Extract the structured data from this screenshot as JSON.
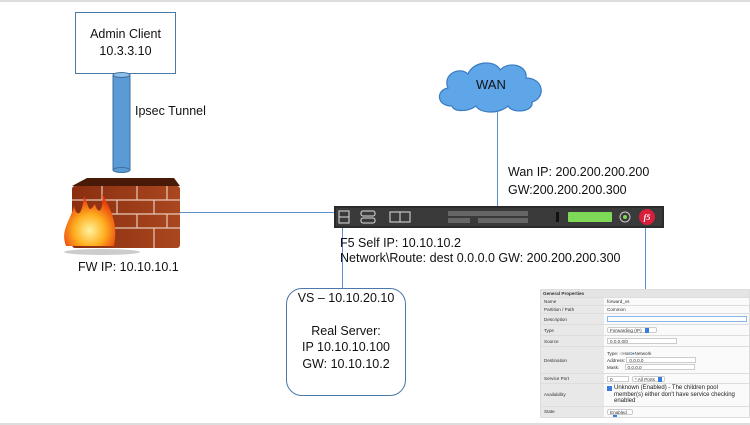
{
  "admin_client": {
    "name": "Admin Client",
    "ip": "10.3.3.10"
  },
  "tunnel": {
    "label": "Ipsec Tunnel"
  },
  "firewall": {
    "label": "FW IP: 10.10.10.1"
  },
  "wan": {
    "label": "WAN",
    "ip": "Wan IP: 200.200.200.200",
    "gw": "GW:200.200.200.300"
  },
  "f5": {
    "self_ip": "F5 Self IP: 10.10.10.2",
    "route": "Network\\Route: dest 0.0.0.0 GW: 200.200.200.300"
  },
  "vs_box": {
    "vs": "VS – 10.10.20.10",
    "real_server": "Real Server:",
    "ip": "IP 10.10.10.100",
    "gw": "GW: 10.10.10.2"
  },
  "panel": {
    "title": "General Properties",
    "name_label": "Name",
    "name_value": "forward_vs",
    "partition_label": "Partition / Path",
    "partition_value": "Common",
    "description_label": "Description",
    "description_value": "",
    "type_label": "Type",
    "type_value": "Forwarding (IP)",
    "source_label": "Source",
    "source_value": "0.0.0.0/0",
    "destination_label": "Destination",
    "dest_type_label": "Type:",
    "dest_host": "Host",
    "dest_network": "Network",
    "address_label": "Address:",
    "address_value": "0.0.0.0",
    "mask_label": "Mask:",
    "mask_value": "0.0.0.0",
    "service_port_label": "Service Port",
    "service_port_value": "0",
    "service_port_select": "* All Ports",
    "availability_label": "Availability",
    "availability_value": "Unknown (Enabled) - The children pool member(s) either don't have service checking enabled",
    "state_label": "State",
    "state_value": "Enabled"
  },
  "colors": {
    "line": "#5b8fd0",
    "cloud": "#5ea6e8",
    "tunnel": "#5b9bd5",
    "led": "#7ed957"
  }
}
